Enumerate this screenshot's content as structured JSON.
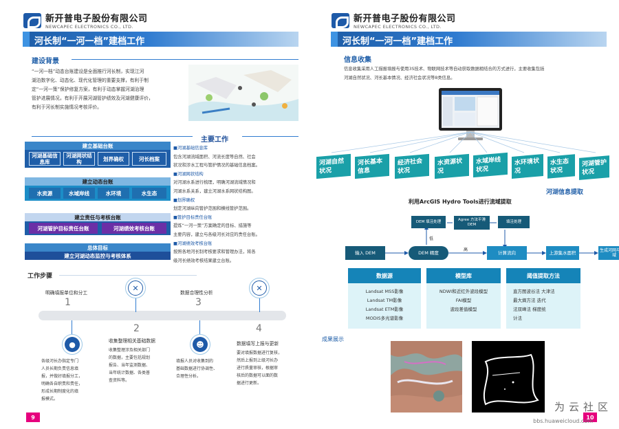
{
  "company": {
    "name_cn": "新开普电子股份有限公司",
    "name_en": "NEWCAPEC ELECTRONICS CO., LTD."
  },
  "left": {
    "title": "河长制“一河一档”建档工作",
    "background_heading": "建设背景",
    "background_text": [
      "“一河一档”动态台账建设是全面推行河长制，实现江河",
      "湖泊数字化、动态化、现代化管理的重要支撑，有利于制",
      "定“一河一策”保护修复方案，有利于动态掌握河湖治理",
      "管护进展情况，有利于开展河湖管护绩效及河湖健康评价，",
      "有利于河长制实施情况考核评价。"
    ],
    "main_work_heading": "主要工作",
    "stack": {
      "basic": {
        "label": "建立基础台账",
        "items": [
          "河湖基础信息库",
          "河湖网状结构",
          "划界确权",
          "河长档案"
        ]
      },
      "dynamic": {
        "label": "建立动态台账",
        "items": [
          "水资源",
          "水域岸线",
          "水环境",
          "水生态"
        ]
      },
      "duty": {
        "label": "建立责任与考核台账",
        "items": [
          "河湖管护目标责任台账",
          "河湖绩效考核台账"
        ]
      },
      "goal": {
        "label": "总体目标",
        "sub": "建立河湖动态监控与考核体系"
      }
    },
    "side": [
      {
        "head": "■河湖基础信息库",
        "lines": [
          "包含河湖流域面积、河流长度等自然、社会",
          "状况和涉水工程与管护情况的基础信息档案。"
        ]
      },
      {
        "head": "■河湖网状结构",
        "lines": [
          "对河湖水系进行梳理，明确河湖流域情况和",
          "河湖水系关系，建立河湖水系网状结构图。"
        ]
      },
      {
        "head": "■划界确权",
        "lines": [
          "划定河湖纵向管护范围和横线管护范围。"
        ]
      },
      {
        "head": "■管护目标责任台账",
        "lines": [
          "提炼“一河一策”方案确定的目标、措施等",
          "主要内容，建立与各级河长对应的责任台账。"
        ]
      },
      {
        "head": "■河湖绩效考核台账",
        "lines": [
          "按照各地河长制考核要求和管理办法，将各",
          "级河长绩效考核结果建立台账。"
        ]
      }
    ],
    "steps_heading": "工作步骤",
    "steps": [
      {
        "num": "1",
        "label": "明确填报单位和分工",
        "desc": [
          "各级河长办指定专门",
          "人员长期负责信息填",
          "报，并做好填报分工，",
          "明确各自职责和责任，",
          "形成长期制度化的填",
          "报模式。"
        ]
      },
      {
        "num": "2",
        "label": "收集整理相关基础数据",
        "desc": [
          "收集整理涉及相关部门",
          "的数据，主要包括规划",
          "报告、当年监测数据、",
          "当年统计数据、各类普",
          "查资料等。"
        ]
      },
      {
        "num": "3",
        "label": "数据合理性分析",
        "desc": [
          "填报人员对收集到的",
          "基础数据进行协调性、",
          "合理性分析。"
        ]
      },
      {
        "num": "4",
        "label": "数据填写上报与更新",
        "desc": [
          "要对填报数据进行复核，",
          "然后上报到上级河长办",
          "进行质量审核，根据审",
          "核后的数据可以面的数",
          "据进行更新。"
        ]
      }
    ],
    "page_number": "9"
  },
  "right": {
    "title": "河长制“一河一档”建档工作",
    "collect_heading": "信息收集",
    "collect_text": [
      "信息收集采用人工描报填报与使用3S技术、物联网技术等自动获取数据相结合的方式进行，主要收集包括",
      "河湖自然状况、河长基本情况、经济社会状况等8类信息。"
    ],
    "info_boxes": [
      "河湖自然状况",
      "河长基本信息",
      "经济社会状况",
      "水资源状况",
      "水域岸线状况",
      "水环境状况",
      "水生态状况",
      "河湖管护状况"
    ],
    "extract_heading": "河湖信息提取",
    "flow_title": "利用ArcGIS Hydro Tools进行流域提取",
    "flow": {
      "input": "输入 DEM",
      "dem_acc": "DEM 精度",
      "fill": "DEM 填洼处理",
      "agree": "Agree 方法平滑 DEM",
      "fill2": "填洼处理",
      "flowdir": "计算流向",
      "accum": "上游集水面积",
      "output": "生成河网与子流域",
      "low": "低",
      "high": "高"
    },
    "tiles": [
      {
        "head": "数据源",
        "items": [
          "Landsat MSS影像",
          "Landsat TM影像",
          "Landsat ETM影像",
          "MODIS多光谱影像"
        ]
      },
      {
        "head": "模型库",
        "items": [
          "NDWI和近红外波段模型",
          "FAI模型",
          "波段差值模型"
        ]
      },
      {
        "head": "阈值提取方法",
        "items": [
          "直方图波谷法  大津法",
          "最大熵方法  迭代",
          "法双峰法  梯度统",
          "计法"
        ]
      }
    ],
    "results_heading": "成果展示",
    "page_number": "10"
  },
  "watermark": {
    "main": "为云社区",
    "sub": "bbs.huaweicloud.com"
  },
  "colors": {
    "brand": "#1f5ea8",
    "teal": "#1aa0a8",
    "magenta": "#e6007e",
    "purple": "#6b2fa6"
  }
}
